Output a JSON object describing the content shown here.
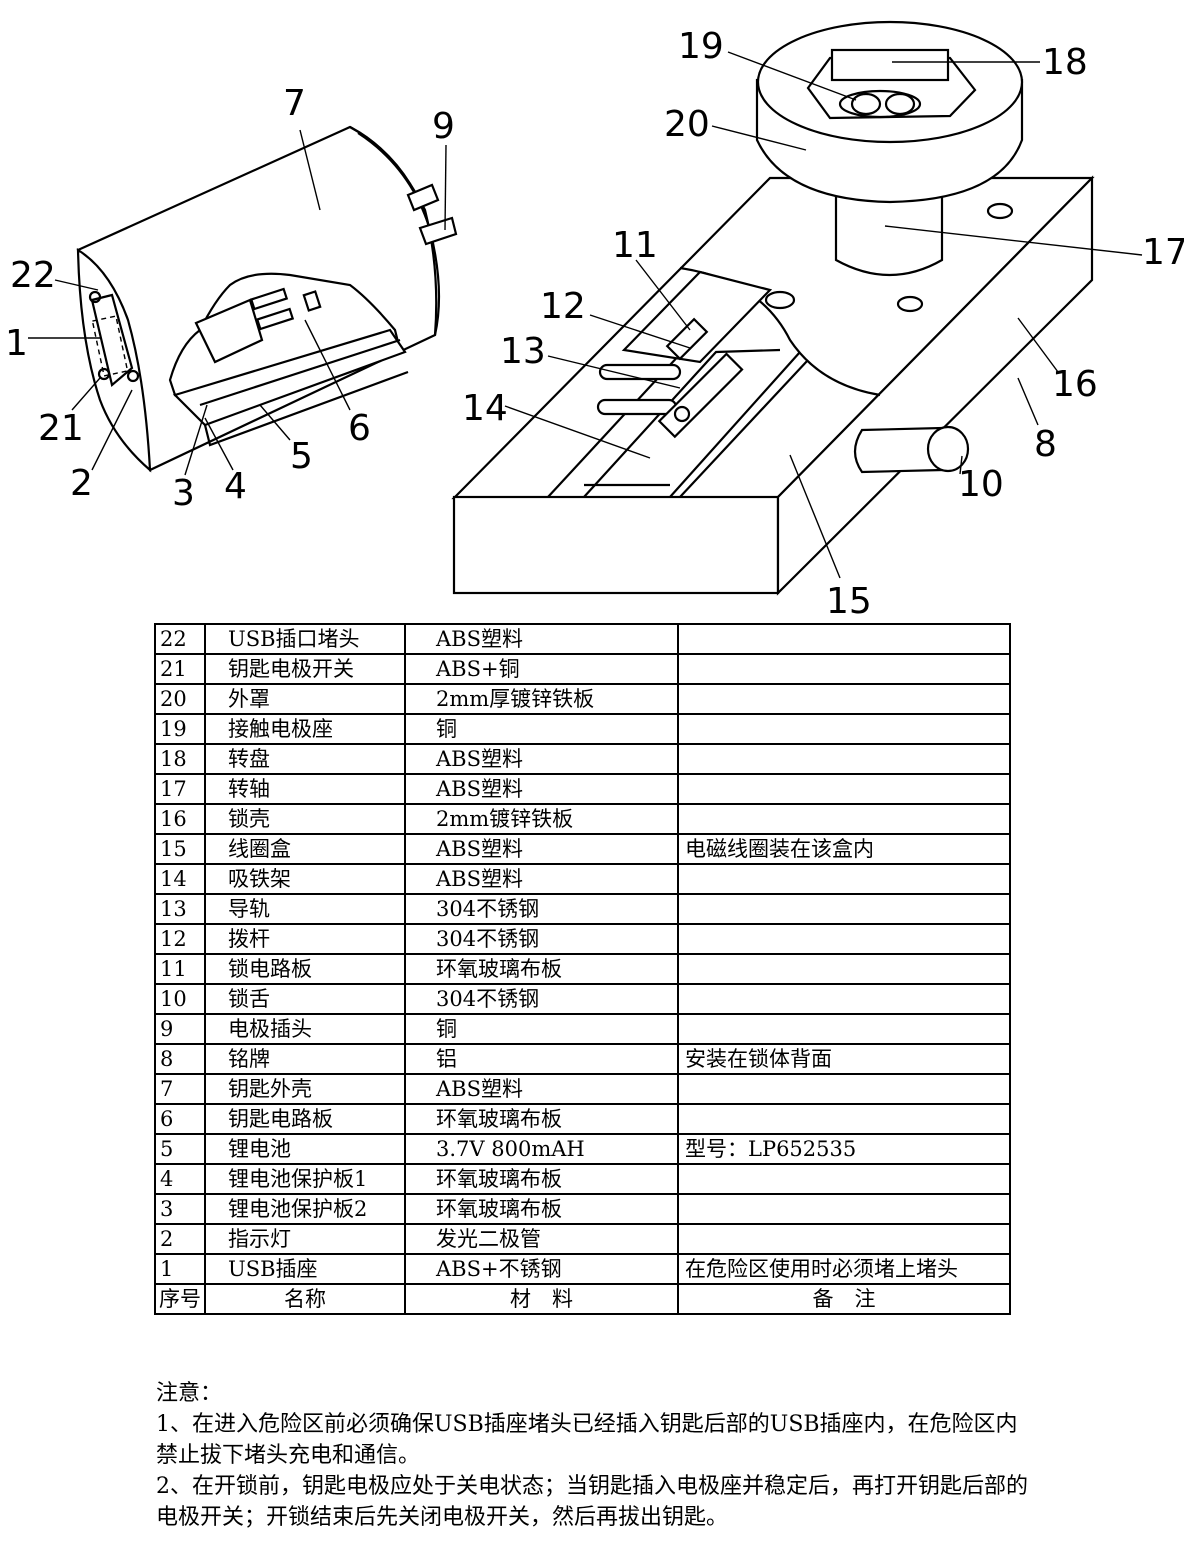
{
  "callouts": [
    "22",
    "1",
    "21",
    "2",
    "3",
    "4",
    "5",
    "6",
    "7",
    "9",
    "19",
    "18",
    "20",
    "11",
    "12",
    "13",
    "14",
    "15",
    "16",
    "8",
    "10",
    "17"
  ],
  "table": {
    "header": {
      "no": "序号",
      "name": "名称",
      "material": "材　料",
      "note": "备　注"
    },
    "rows": [
      {
        "no": "22",
        "name": "USB插口堵头",
        "material": "ABS塑料",
        "note": ""
      },
      {
        "no": "21",
        "name": "钥匙电极开关",
        "material": "ABS+铜",
        "note": ""
      },
      {
        "no": "20",
        "name": "外罩",
        "material": "2mm厚镀锌铁板",
        "note": ""
      },
      {
        "no": "19",
        "name": "接触电极座",
        "material": "铜",
        "note": ""
      },
      {
        "no": "18",
        "name": "转盘",
        "material": "ABS塑料",
        "note": ""
      },
      {
        "no": "17",
        "name": "转轴",
        "material": "ABS塑料",
        "note": ""
      },
      {
        "no": "16",
        "name": "锁壳",
        "material": "2mm镀锌铁板",
        "note": ""
      },
      {
        "no": "15",
        "name": "线圈盒",
        "material": "ABS塑料",
        "note": "电磁线圈装在该盒内"
      },
      {
        "no": "14",
        "name": "吸铁架",
        "material": "ABS塑料",
        "note": ""
      },
      {
        "no": "13",
        "name": "导轨",
        "material": "304不锈钢",
        "note": ""
      },
      {
        "no": "12",
        "name": "拨杆",
        "material": "304不锈钢",
        "note": ""
      },
      {
        "no": "11",
        "name": "锁电路板",
        "material": "环氧玻璃布板",
        "note": ""
      },
      {
        "no": "10",
        "name": "锁舌",
        "material": "304不锈钢",
        "note": ""
      },
      {
        "no": "9",
        "name": "电极插头",
        "material": "铜",
        "note": ""
      },
      {
        "no": "8",
        "name": "铭牌",
        "material": "铝",
        "note": "安装在锁体背面"
      },
      {
        "no": "7",
        "name": "钥匙外壳",
        "material": "ABS塑料",
        "note": ""
      },
      {
        "no": "6",
        "name": "钥匙电路板",
        "material": "环氧玻璃布板",
        "note": ""
      },
      {
        "no": "5",
        "name": "锂电池",
        "material": "3.7V 800mAH",
        "note": "型号：LP652535"
      },
      {
        "no": "4",
        "name": "锂电池保护板1",
        "material": "环氧玻璃布板",
        "note": ""
      },
      {
        "no": "3",
        "name": "锂电池保护板2",
        "material": "环氧玻璃布板",
        "note": ""
      },
      {
        "no": "2",
        "name": "指示灯",
        "material": "发光二极管",
        "note": ""
      },
      {
        "no": "1",
        "name": "USB插座",
        "material": "ABS+不锈钢",
        "note": "在危险区使用时必须堵上堵头"
      }
    ]
  },
  "notes": {
    "title": "注意：",
    "line1": "1、在进入危险区前必须确保USB插座堵头已经插入钥匙后部的USB插座内，在危险区内禁止拔下堵头充电和通信。",
    "line2": "2、在开锁前，钥匙电极应处于关电状态；当钥匙插入电极座并稳定后，再打开钥匙后部的电极开关；开锁结束后先关闭电极开关，然后再拔出钥匙。"
  }
}
